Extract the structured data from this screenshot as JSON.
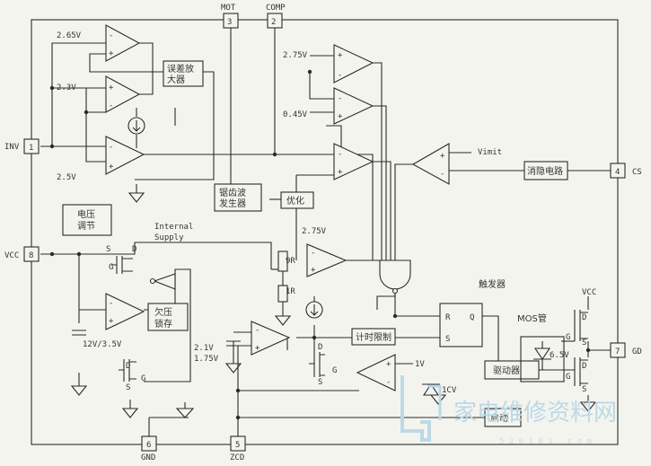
{
  "pins": {
    "p1": {
      "num": "1",
      "name": "INV"
    },
    "p2": {
      "num": "2",
      "name": "COMP"
    },
    "p3": {
      "num": "3",
      "name": "MOT"
    },
    "p4": {
      "num": "4",
      "name": "CS"
    },
    "p5": {
      "num": "5",
      "name": "ZCD"
    },
    "p6": {
      "num": "6",
      "name": "GND"
    },
    "p7": {
      "num": "7",
      "name": "GD"
    },
    "p8": {
      "num": "8",
      "name": "VCC"
    }
  },
  "blocks": {
    "error_amp": "误差放大器",
    "voltage_reg": "电压调节",
    "sawtooth": "锯齿波发生器",
    "optimize": "优化",
    "uvlo": "欠压锁存",
    "timer": "计时限制",
    "driver": "驱动器",
    "blanking": "消隐电路",
    "startup": "启动",
    "trigger": "触发器",
    "mos_tube": "MOS管"
  },
  "labels": {
    "v265": "2.65V",
    "v23": "2.3V",
    "v25": "2.5V",
    "v275a": "2.75V",
    "v045": "0.45V",
    "v275b": "2.75V",
    "vimit": "Vimit",
    "internal": "Internal",
    "supply": "Supply",
    "r9": "9R",
    "r1": "1R",
    "uv": "12V/3.5V",
    "z1": "2.1V",
    "z2": "1.75V",
    "v1": "1V",
    "v1cv": "1CV",
    "v65": "6.5V",
    "vcc_top": "VCC",
    "R": "R",
    "Q": "Q",
    "S": "S",
    "S1": "S",
    "D1": "D",
    "G1": "G",
    "D2": "D",
    "S2": "S",
    "G2": "G",
    "D3": "D",
    "S3": "S",
    "G3": "G",
    "D4": "D",
    "S4": "S",
    "G4": "G",
    "D5": "D",
    "S5": "S",
    "G5": "G"
  },
  "watermark": {
    "text": "家电维修资料网",
    "url": "5 2 0 1 0 1 . c o m"
  }
}
